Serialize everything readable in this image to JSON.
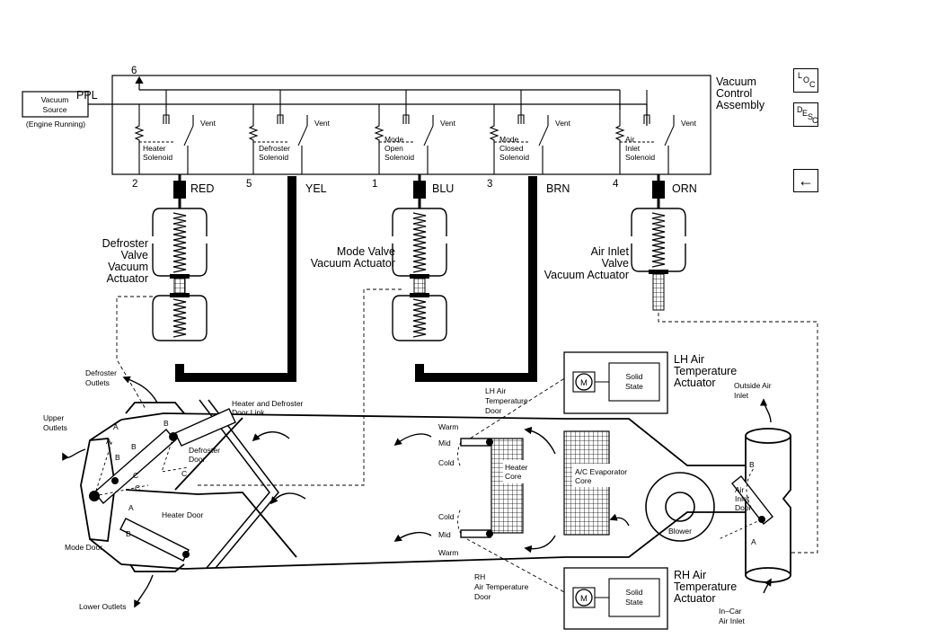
{
  "top_labels": {
    "ppl": "PPL",
    "six": "6",
    "vacuum_source": "Vacuum Source",
    "engine_running": "(Engine Running)",
    "vacuum_control_assembly": "Vacuum Control Assembly"
  },
  "solenoids": [
    {
      "name": "Heater Solenoid",
      "num": "2",
      "color": "RED",
      "vent": "Vent"
    },
    {
      "name": "Defroster Solenoid",
      "num": "5",
      "color": "YEL",
      "vent": "Vent"
    },
    {
      "name": "Mode Open Solenoid",
      "num": "1",
      "color": "BLU",
      "vent": "Vent"
    },
    {
      "name": "Mode Closed Solenoid",
      "num": "3",
      "color": "BRN",
      "vent": "Vent"
    },
    {
      "name": "Air Inlet Solenoid",
      "num": "4",
      "color": "ORN",
      "vent": "Vent"
    }
  ],
  "actuators": {
    "defroster": "Defroster Valve Vacuum Actuator",
    "mode": "Mode Valve Vacuum Actuator",
    "air_inlet": "Air Inlet Valve Vacuum Actuator",
    "lh_temp": "LH Air Temperature Actuator",
    "rh_temp": "RH Air Temperature Actuator",
    "solid_state": "Solid State",
    "motor": "M"
  },
  "hvac": {
    "defroster_outlets": "Defroster Outlets",
    "upper_outlets": "Upper Outlets",
    "lower_outlets": "Lower Outlets",
    "mode_door": "Mode Door",
    "defroster_door": "Defroster Door",
    "heater_door": "Heater Door",
    "door_link": "Heater and Defroster Door Link",
    "lh_door": "LH Air Temperature Door",
    "rh_door": "RH Air Temperature Door",
    "heater_core": "Heater Core",
    "evap_core": "A/C Evaporator Core",
    "blower": "Blower",
    "air_inlet_door": "Air Inlet Door",
    "outside_air_inlet": "Outside Air Inlet",
    "in_car_air_inlet": "In–Car Air Inlet",
    "warm": "Warm",
    "mid": "Mid",
    "cold": "Cold",
    "letter_a": "A",
    "letter_b": "B",
    "letter_c": "C"
  },
  "nav": {
    "loc_l": "L",
    "loc_o": "O",
    "loc_c": "C",
    "desc_d": "D",
    "desc_e": "E",
    "desc_s": "S",
    "desc_c": "C",
    "back": "←"
  }
}
